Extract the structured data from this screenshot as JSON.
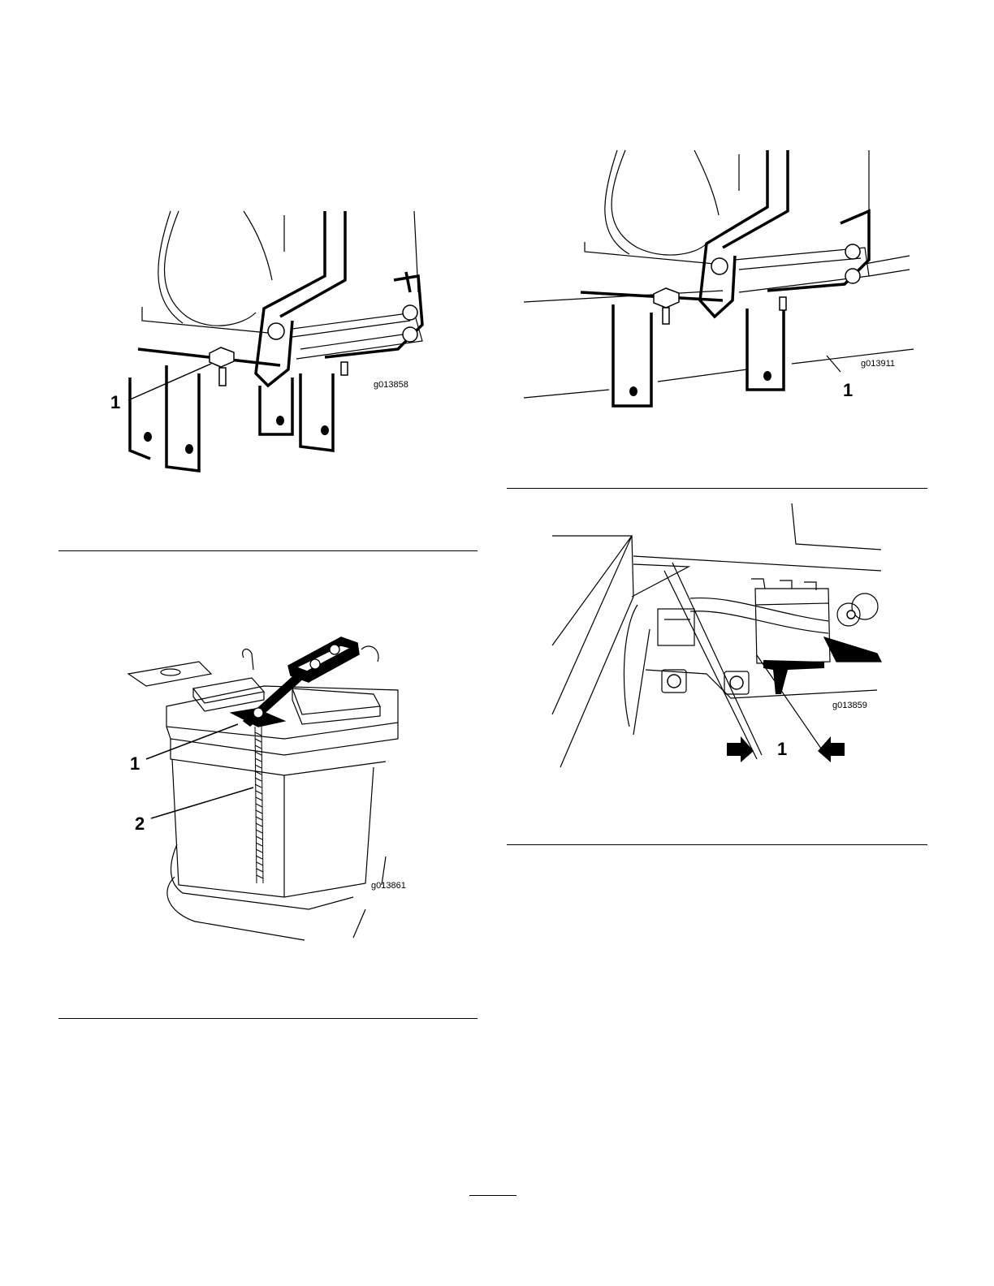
{
  "figures": [
    {
      "id": "g013858",
      "callouts": [
        "1"
      ]
    },
    {
      "id": "g013911",
      "callouts": [
        "1"
      ]
    },
    {
      "id": "g013861",
      "callouts": [
        "1",
        "2"
      ]
    },
    {
      "id": "g013859",
      "callouts": [
        "1"
      ]
    }
  ]
}
